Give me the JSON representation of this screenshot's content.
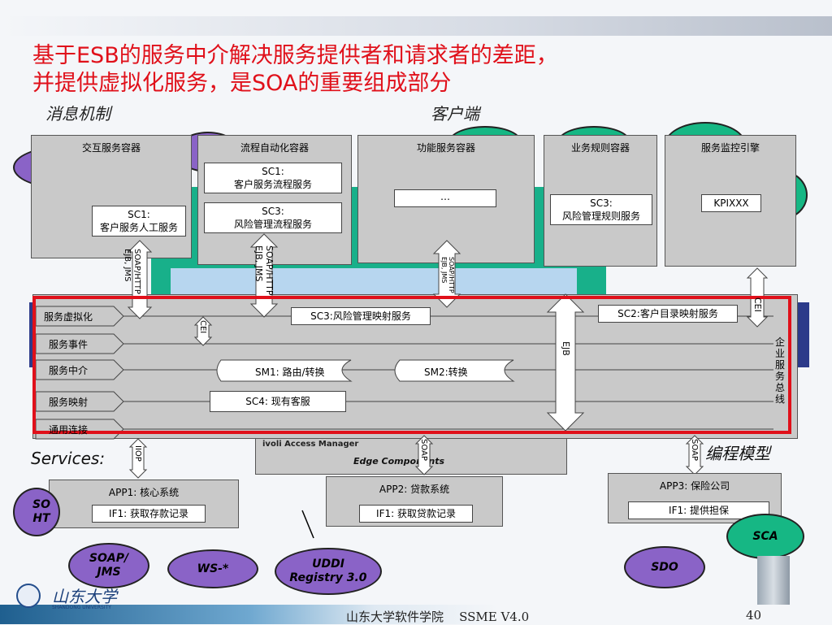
{
  "title": {
    "line1": "基于ESB的服务中介解决服务提供者和请求者的差距，",
    "line2": "并提供虚拟化服务，是SOA的重要组成部分"
  },
  "bg_text": {
    "msg_mechanism": "消息机制",
    "client": "客户端",
    "services": "Services:",
    "prog_model": "编程模型",
    "edge_components": "Edge Components",
    "access_manager": "ivoli Access Manager"
  },
  "containers": [
    {
      "title": "交互服务容器",
      "items": [
        "SC1:\n客户服务人工服务"
      ]
    },
    {
      "title": "流程自动化容器",
      "items": [
        "SC1:\n客户服务流程服务",
        "SC3:\n风险管理流程服务"
      ]
    },
    {
      "title": "功能服务容器",
      "items": [
        "…"
      ]
    },
    {
      "title": "业务规则容器",
      "items": [
        "SC3:\n风险管理规则服务"
      ]
    },
    {
      "title": "服务监控引擎",
      "items": [
        "KPIXXX"
      ]
    }
  ],
  "arrows": {
    "a1": "SOAP/HTTP\nEJB, JMS",
    "a2": "SOAP/HTTP\nEJB, JMS",
    "a3": "SOAP/HTTP\nEJB, JMS",
    "cei_top": "CEI",
    "cei_inner": "CEI",
    "ejb": "EJB",
    "iiop": "IIOP",
    "soap1": "SOAP",
    "soap2": "SOAP"
  },
  "esb": {
    "tiers": [
      "服务虚拟化",
      "服务事件",
      "服务中介",
      "服务映射",
      "通用连接"
    ],
    "side_label": "企业服务总线",
    "items": {
      "sc3_map": "SC3:风险管理映射服务",
      "sc2_map": "SC2:客户目录映射服务",
      "sm1": "SM1: 路由/转换",
      "sm2": "SM2:转换",
      "sc4": "SC4: 现有客服"
    }
  },
  "apps": [
    {
      "title": "APP1: 核心系统",
      "item": "IF1: 获取存款记录"
    },
    {
      "title": "APP2: 贷款系统",
      "item": "IF1: 获取贷款记录"
    },
    {
      "title": "APP3: 保险公司",
      "item": "IF1: 提供担保"
    }
  ],
  "ovals": {
    "soap_jms": "SOAP/\nJMS",
    "ws": "WS-*",
    "uddi": "UDDI\nRegistry 3.0",
    "sdo": "SDO",
    "sca": "SCA",
    "soap_http_left": "SO\nHT"
  },
  "logo": {
    "name": "山东大学",
    "sub": "SHANDONG UNIVERSITY"
  },
  "footer": {
    "text": "山东大学软件学院    SSME V4.0",
    "page": "40"
  },
  "colors": {
    "title": "#e0101a",
    "highlight": "#e0101a",
    "purple": "#8a63c7",
    "green": "#16b784"
  }
}
